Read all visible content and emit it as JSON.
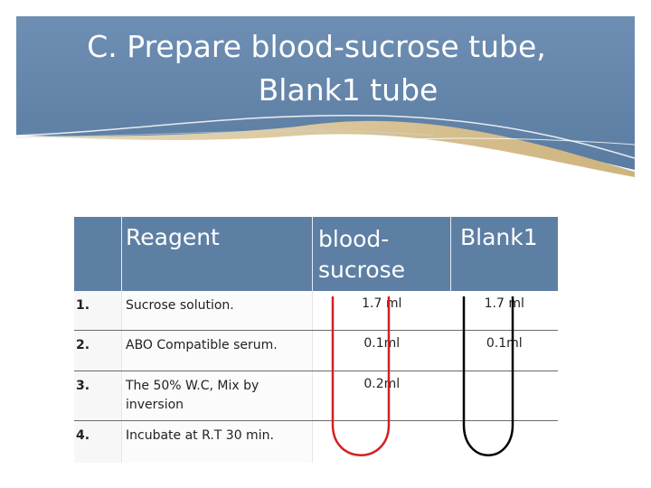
{
  "slide": {
    "title_line1": "C.   Prepare blood-sucrose tube,",
    "title_line2": "Blank1 tube"
  },
  "table": {
    "headers": {
      "reagent": "Reagent",
      "blood_sucrose": "blood-sucrose",
      "blank1": "Blank1"
    },
    "rows": [
      {
        "num": "1.",
        "reagent": "Sucrose solution.",
        "blood_sucrose": "1.7 ml",
        "blank1": "1.7 ml"
      },
      {
        "num": "2.",
        "reagent": "ABO Compatible serum.",
        "blood_sucrose": "0.1ml",
        "blank1": "0.1ml"
      },
      {
        "num": "3.",
        "reagent": "The 50% W.C, Mix by inversion",
        "blood_sucrose": "0.2ml",
        "blank1": ""
      },
      {
        "num": "4.",
        "reagent": "Incubate at R.T 30 min.",
        "blood_sucrose": "",
        "blank1": ""
      }
    ]
  },
  "colors": {
    "header_bg": "#6a8aae",
    "table_header": "#5e7fa4",
    "blood_tube": "#d42020",
    "blank_tube": "#000000"
  }
}
